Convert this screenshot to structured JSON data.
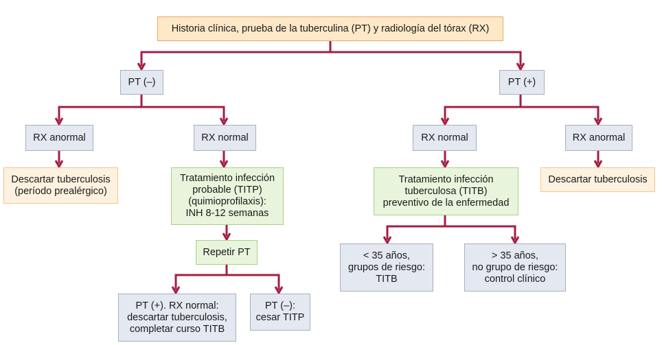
{
  "colors": {
    "connector": "#a41e43",
    "root_fill": "#fde8c8",
    "test_fill": "#e4e8f0",
    "treatment_fill": "#e8f4dc",
    "outcome_fill": "#fdf1df"
  },
  "nodes": {
    "root": "Historia clínica, prueba de la tuberculina (PT) y radiología del tórax (RX)",
    "pt_neg": "PT (–)",
    "pt_pos": "PT (+)",
    "rx_abnormal_left": "RX anormal",
    "rx_normal_left": "RX normal",
    "rx_normal_right": "RX normal",
    "rx_abnormal_right": "RX anormal",
    "discard_left": "Descartar tuberculosis\n(período prealérgico)",
    "titp": "Tratamiento infección\nprobable (TITP)\n(quimioprofilaxis):\nINH 8-12 semanas",
    "titb": "Tratamiento infección\ntuberculosa (TITB)\npreventivo de la enfermedad",
    "discard_right": "Descartar tuberculosis",
    "repeat_pt": "Repetir PT",
    "under_35": "< 35 años,\ngrupos de riesgo:\nTITB",
    "over_35": "> 35 años,\nno grupo de riesgo:\ncontrol clínico",
    "pt_pos_result": "PT (+). RX normal:\ndescartar tuberculosis,\ncompletar curso TITB",
    "pt_neg_result": "PT (–):\ncesar TITP"
  }
}
